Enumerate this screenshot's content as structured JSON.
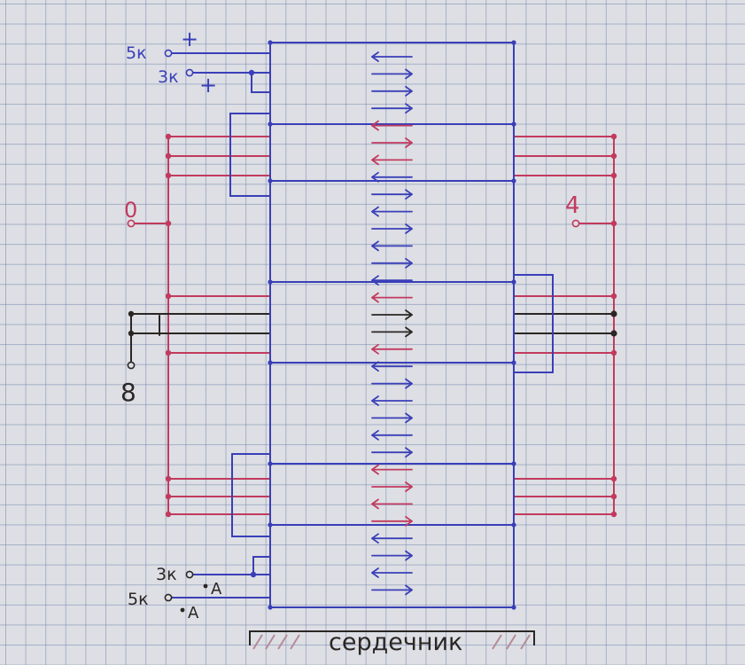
{
  "colors": {
    "paper": "#dddfe4",
    "blue": "#3a3fb8",
    "red": "#c23a5e",
    "black": "#2b2624",
    "hatch": "#b58a96"
  },
  "top_terminals": {
    "t5k": {
      "label": "5к",
      "polarity": "+"
    },
    "t3k": {
      "label": "3к",
      "polarity": "+"
    }
  },
  "bottom_terminals": {
    "t3k": {
      "label": "3к",
      "mark": "А"
    },
    "t5k": {
      "label": "5к",
      "mark": "А"
    }
  },
  "left_tap": {
    "label": "0"
  },
  "right_tap": {
    "label": "4"
  },
  "black_tap": {
    "label": "8"
  },
  "core": {
    "label": "сердечник"
  },
  "arrows": [
    {
      "dir": "left",
      "color": "blue"
    },
    {
      "dir": "right",
      "color": "blue"
    },
    {
      "dir": "right",
      "color": "blue"
    },
    {
      "dir": "right",
      "color": "blue"
    },
    {
      "dir": "left",
      "color": "red"
    },
    {
      "dir": "right",
      "color": "red"
    },
    {
      "dir": "left",
      "color": "red"
    },
    {
      "dir": "left",
      "color": "blue"
    },
    {
      "dir": "right",
      "color": "blue"
    },
    {
      "dir": "left",
      "color": "blue"
    },
    {
      "dir": "right",
      "color": "blue"
    },
    {
      "dir": "left",
      "color": "blue"
    },
    {
      "dir": "right",
      "color": "blue"
    },
    {
      "dir": "left",
      "color": "blue"
    },
    {
      "dir": "left",
      "color": "red"
    },
    {
      "dir": "right",
      "color": "black"
    },
    {
      "dir": "right",
      "color": "black"
    },
    {
      "dir": "left",
      "color": "red"
    },
    {
      "dir": "left",
      "color": "blue"
    },
    {
      "dir": "right",
      "color": "blue"
    },
    {
      "dir": "left",
      "color": "blue"
    },
    {
      "dir": "right",
      "color": "blue"
    },
    {
      "dir": "left",
      "color": "blue"
    },
    {
      "dir": "right",
      "color": "blue"
    },
    {
      "dir": "left",
      "color": "red"
    },
    {
      "dir": "right",
      "color": "red"
    },
    {
      "dir": "left",
      "color": "red"
    },
    {
      "dir": "right",
      "color": "red"
    },
    {
      "dir": "left",
      "color": "blue"
    },
    {
      "dir": "right",
      "color": "blue"
    },
    {
      "dir": "left",
      "color": "blue"
    },
    {
      "dir": "right",
      "color": "blue"
    }
  ]
}
